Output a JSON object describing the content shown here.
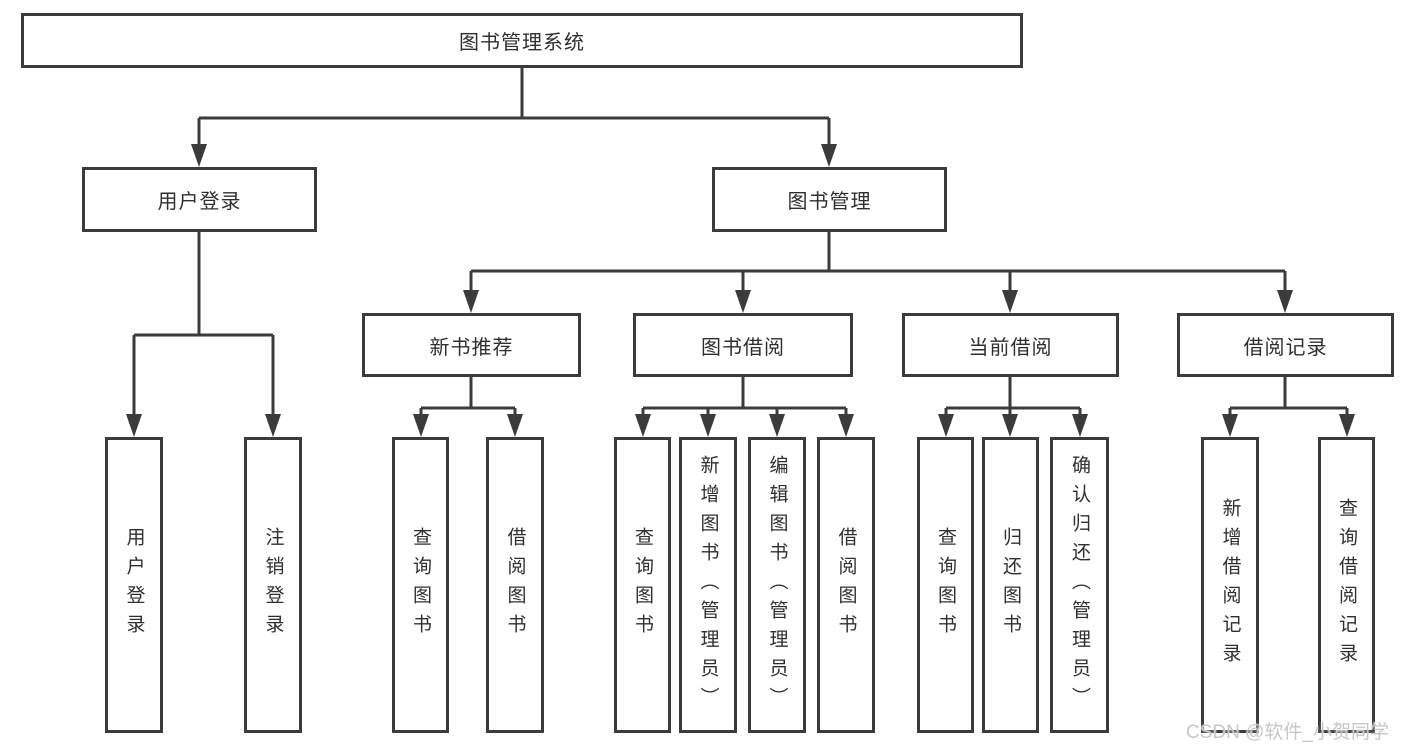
{
  "nodes": {
    "root": "图书管理系统",
    "user_login": "用户登录",
    "book_management": "图书管理",
    "new_book_recommend": "新书推荐",
    "book_borrowing": "图书借阅",
    "current_borrowing": "当前借阅",
    "borrowing_records": "借阅记录",
    "ul_user_login": "用户登录",
    "ul_logout": "注销登录",
    "nb_query_books": "查询图书",
    "nb_borrow_books": "借阅图书",
    "bb_query_books": "查询图书",
    "bb_add_books_admin": "新增图书（管理员）",
    "bb_edit_books_admin": "编辑图书（管理员）",
    "bb_borrow_books": "借阅图书",
    "cb_query_books": "查询图书",
    "cb_return_books": "归还图书",
    "cb_confirm_return_admin": "确认归还（管理员）",
    "br_add_record": "新增借阅记录",
    "br_query_record": "查询借阅记录"
  },
  "hierarchy": {
    "root": [
      "user_login",
      "book_management"
    ],
    "user_login": [
      "ul_user_login",
      "ul_logout"
    ],
    "book_management": [
      "new_book_recommend",
      "book_borrowing",
      "current_borrowing",
      "borrowing_records"
    ],
    "new_book_recommend": [
      "nb_query_books",
      "nb_borrow_books"
    ],
    "book_borrowing": [
      "bb_query_books",
      "bb_add_books_admin",
      "bb_edit_books_admin",
      "bb_borrow_books"
    ],
    "current_borrowing": [
      "cb_query_books",
      "cb_return_books",
      "cb_confirm_return_admin"
    ],
    "borrowing_records": [
      "br_add_record",
      "br_query_record"
    ]
  },
  "watermark": "CSDN @软件_小贺同学",
  "colors": {
    "line": "#3b3b3b",
    "text": "#2f2f2f",
    "background": "#ffffff",
    "watermark": "#c6c6c6"
  }
}
